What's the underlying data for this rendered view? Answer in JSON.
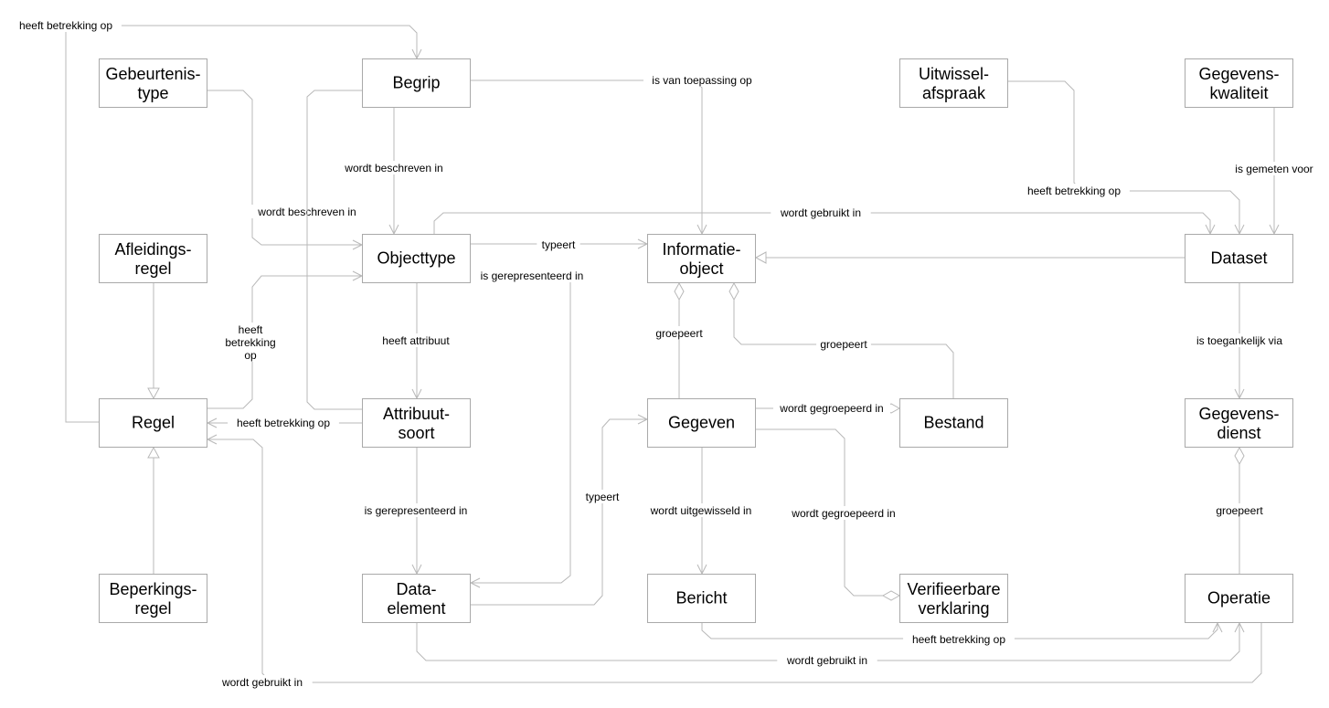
{
  "nodes": [
    {
      "id": "gebeurtenistype",
      "lines": [
        "Gebeurtenis-",
        "type"
      ]
    },
    {
      "id": "begrip",
      "lines": [
        "Begrip"
      ]
    },
    {
      "id": "uitwisselafspraak",
      "lines": [
        "Uitwissel-",
        "afspraak"
      ]
    },
    {
      "id": "gegevenskwaliteit",
      "lines": [
        "Gegevens-",
        "kwaliteit"
      ]
    },
    {
      "id": "afleidingsregel",
      "lines": [
        "Afleidings-",
        "regel"
      ]
    },
    {
      "id": "objecttype",
      "lines": [
        "Objecttype"
      ]
    },
    {
      "id": "informatieobject",
      "lines": [
        "Informatie-",
        "object"
      ]
    },
    {
      "id": "dataset",
      "lines": [
        "Dataset"
      ]
    },
    {
      "id": "regel",
      "lines": [
        "Regel"
      ]
    },
    {
      "id": "attribuutsoort",
      "lines": [
        "Attribuut-",
        "soort"
      ]
    },
    {
      "id": "gegeven",
      "lines": [
        "Gegeven"
      ]
    },
    {
      "id": "bestand",
      "lines": [
        "Bestand"
      ]
    },
    {
      "id": "gegevensdienst",
      "lines": [
        "Gegevens-",
        "dienst"
      ]
    },
    {
      "id": "beperkingsregel",
      "lines": [
        "Beperkings-",
        "regel"
      ]
    },
    {
      "id": "dataelement",
      "lines": [
        "Data-",
        "element"
      ]
    },
    {
      "id": "bericht",
      "lines": [
        "Bericht"
      ]
    },
    {
      "id": "verifieerbareverklaring",
      "lines": [
        "Verifieerbare",
        "verklaring"
      ]
    },
    {
      "id": "operatie",
      "lines": [
        "Operatie"
      ]
    }
  ],
  "edges": [
    {
      "id": "regel-begrip",
      "label": [
        "heeft betrekking op"
      ],
      "end": "arrow"
    },
    {
      "id": "gebeurtenistype-objecttype",
      "label": [
        "wordt beschreven in"
      ],
      "end": "arrow"
    },
    {
      "id": "begrip-objecttype",
      "label": [
        "wordt beschreven in"
      ],
      "end": "arrow"
    },
    {
      "id": "begrip-informatieobject",
      "label": [
        "is van toepassing op"
      ],
      "end": "arrow"
    },
    {
      "id": "attribuutsoort-begrip",
      "label": [],
      "end": "none"
    },
    {
      "id": "uitwisselafspraak-dataset",
      "label": [
        "heeft betrekking op"
      ],
      "end": "arrow"
    },
    {
      "id": "gegevenskwaliteit-dataset",
      "label": [
        "is gemeten voor"
      ],
      "end": "arrow"
    },
    {
      "id": "objecttype-dataset",
      "label": [
        "wordt gebruikt in"
      ],
      "end": "arrow"
    },
    {
      "id": "objecttype-informatieobject",
      "label": [
        "typeert"
      ],
      "end": "arrow"
    },
    {
      "id": "objecttype-dataelement",
      "label": [
        "is gerepresenteerd in"
      ],
      "end": "arrow"
    },
    {
      "id": "dataset-informatieobject",
      "label": [],
      "end": "generalization"
    },
    {
      "id": "afleidingsregel-regel",
      "label": [],
      "end": "generalization"
    },
    {
      "id": "regel-objecttype",
      "label": [
        "heeft",
        "betrekking",
        "op"
      ],
      "end": "arrow"
    },
    {
      "id": "objecttype-attribuutsoort",
      "label": [
        "heeft attribuut"
      ],
      "end": "arrow"
    },
    {
      "id": "attribuutsoort-regel",
      "label": [
        "heeft betrekking op"
      ],
      "end": "arrow"
    },
    {
      "id": "gegeven-informatieobject",
      "label": [
        "groepeert"
      ],
      "end": "aggregation"
    },
    {
      "id": "bestand-informatieobject",
      "label": [
        "groepeert"
      ],
      "end": "aggregation"
    },
    {
      "id": "dataset-gegevensdienst",
      "label": [
        "is toegankelijk via"
      ],
      "end": "arrow"
    },
    {
      "id": "gegeven-bestand",
      "label": [
        "wordt gegroepeerd in"
      ],
      "end": "aggregation"
    },
    {
      "id": "gegeven-verifieerbareverklaring",
      "label": [
        "wordt gegroepeerd in"
      ],
      "end": "aggregation"
    },
    {
      "id": "operatie-gegevensdienst",
      "label": [
        "groepeert"
      ],
      "end": "aggregation"
    },
    {
      "id": "beperkingsregel-regel",
      "label": [],
      "end": "generalization"
    },
    {
      "id": "attribuutsoort-dataelement",
      "label": [
        "is gerepresenteerd in"
      ],
      "end": "arrow"
    },
    {
      "id": "dataelement-gegeven",
      "label": [
        "typeert"
      ],
      "end": "arrow"
    },
    {
      "id": "gegeven-bericht",
      "label": [
        "wordt uitgewisseld in"
      ],
      "end": "arrow"
    },
    {
      "id": "bericht-operatie",
      "label": [
        "heeft betrekking op"
      ],
      "end": "arrow"
    },
    {
      "id": "dataelement-operatie",
      "label": [
        "wordt gebruikt in"
      ],
      "end": "arrow"
    },
    {
      "id": "operatie-regel",
      "label": [
        "wordt gebruikt in"
      ],
      "end": "arrow"
    }
  ]
}
